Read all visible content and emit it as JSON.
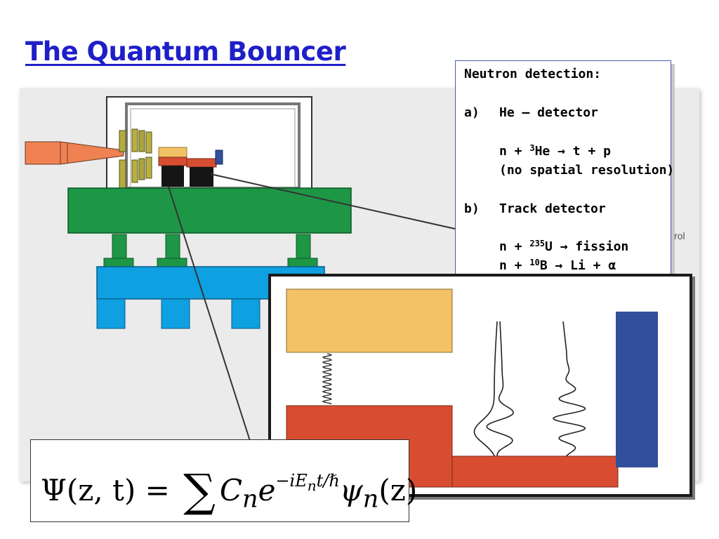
{
  "title": "The Quantum Bouncer",
  "background_label": "rol",
  "detection": {
    "heading": "Neutron detection:",
    "a_marker": "a)",
    "a_title": "He – detector",
    "a_r_prefix": "n + ",
    "a_r_mass": "3",
    "a_r_rest": "He → t + p",
    "a_note": "(no spatial resolution)",
    "b_marker": "b)",
    "b_title": "Track detector",
    "b_r1_prefix": "n + ",
    "b_r1_mass": "235",
    "b_r1_rest": "U → fission",
    "b_r2_prefix": "n + ",
    "b_r2_mass": "10",
    "b_r2_rest": "B → Li + α"
  },
  "equation": {
    "lhs": "Ψ(z, t) = ",
    "sum": "∑",
    "coef": "C",
    "coef_sub": "n",
    "base": "e",
    "exponent": "−iE",
    "exp_sub": "n",
    "exp_rest": "t/ℏ",
    "psi": "ψ",
    "psi_sub": "n",
    "arg": "(z)"
  },
  "colors": {
    "title_blue": "#1f1fc8",
    "plate_green": "#1d9646",
    "base_blue": "#0ea0e0",
    "mirror_yellow": "#f2c266",
    "mirror_red": "#d84d31",
    "absorber_blue": "#324f9c",
    "nozzle_orange": "#ef8152"
  }
}
